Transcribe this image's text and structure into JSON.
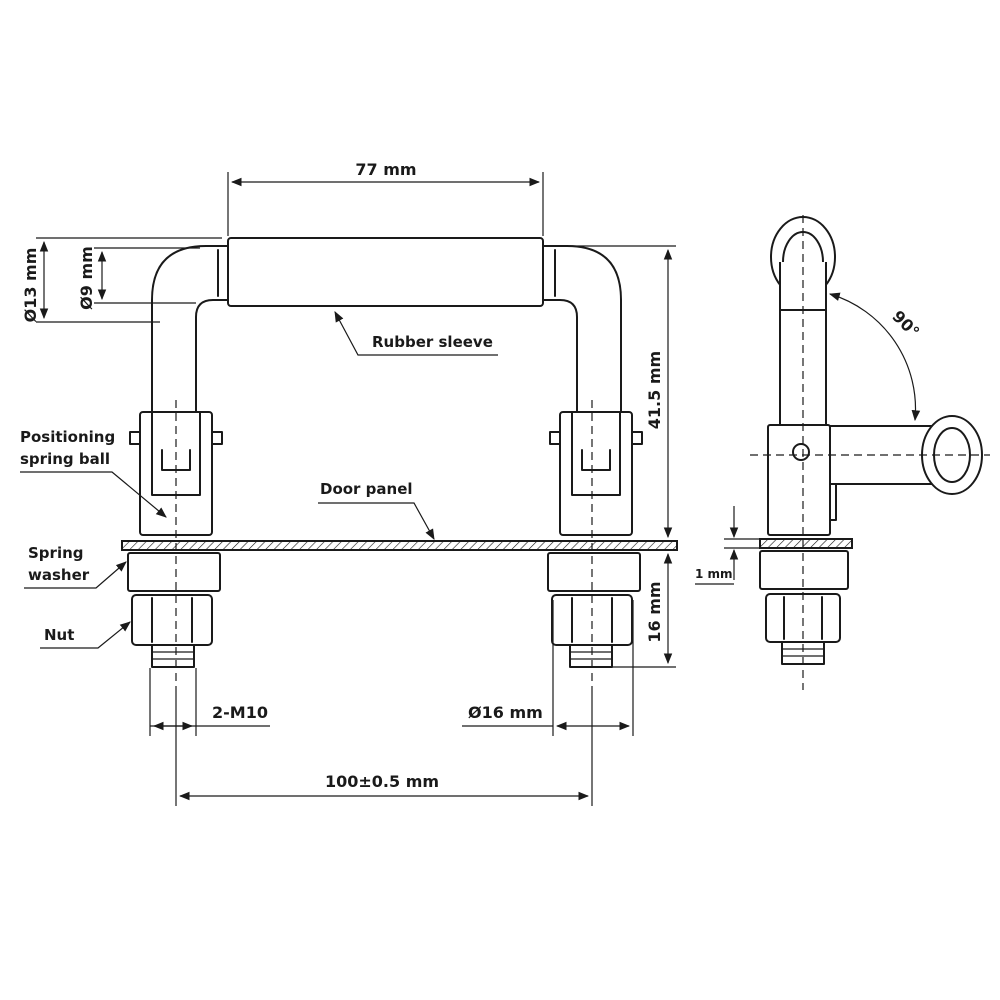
{
  "dimensions": {
    "top_length": "77 mm",
    "outer_diameter": "Ø13 mm",
    "inner_diameter": "Ø9 mm",
    "height": "41.5 mm",
    "thread_length": "16 mm",
    "thread": "2-M10",
    "base_diameter": "Ø16 mm",
    "center_distance": "100±0.5 mm",
    "panel_thickness": "1 mm",
    "rotation_angle": "90°"
  },
  "labels": {
    "rubber_sleeve": "Rubber sleeve",
    "positioning_ball_line1": "Positioning",
    "positioning_ball_line2": "spring ball",
    "door_panel": "Door panel",
    "spring_washer_line1": "Spring",
    "spring_washer_line2": "washer",
    "nut": "Nut"
  }
}
